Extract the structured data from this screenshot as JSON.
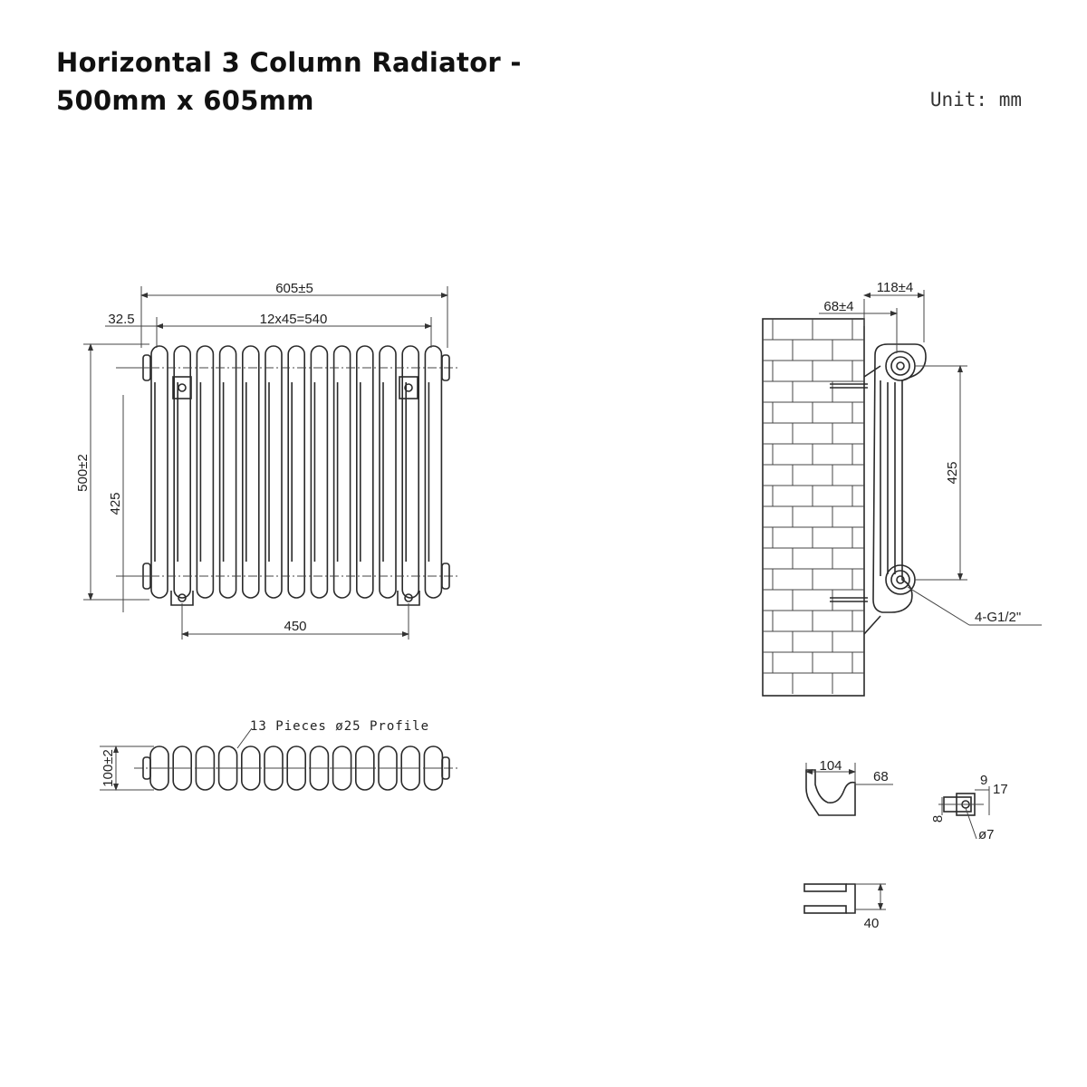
{
  "header": {
    "title_line1": "Horizontal 3 Column Radiator -",
    "title_line2": "500mm x 605mm",
    "unit": "Unit: mm"
  },
  "front_view": {
    "overall_width": "605±5",
    "end_offset": "32.5",
    "section_pitch": "12x45=540",
    "overall_height": "500±2",
    "pipe_centres": "425",
    "bracket_centres": "450"
  },
  "top_view": {
    "profile_note": "13 Pieces ø25 Profile",
    "depth": "100±2"
  },
  "side_view": {
    "wall_distance": "68±4",
    "overall_depth": "118±4",
    "pipe_centres": "425",
    "connections": "4-G1/2\""
  },
  "bracket_detail": {
    "width": "104",
    "height": "68",
    "thickness": "40",
    "dim_9": "9",
    "dim_17": "17",
    "dim_8": "8",
    "hole_dia": "ø7"
  }
}
